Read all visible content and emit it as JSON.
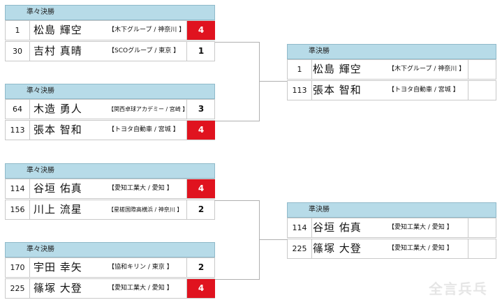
{
  "round_label": "準々決勝",
  "semi_label": "準決勝",
  "qf": [
    {
      "players": [
        {
          "seed": "1",
          "name": "松島 輝空",
          "team": "【木下グループ / 神奈川 】",
          "score": "4",
          "win": true
        },
        {
          "seed": "30",
          "name": "吉村 真晴",
          "team": "【SCOグループ / 東京 】",
          "score": "1",
          "win": false
        }
      ]
    },
    {
      "players": [
        {
          "seed": "64",
          "name": "木造 勇人",
          "team": "【関西卓球アカデミー / 宮崎 】",
          "score": "3",
          "win": false
        },
        {
          "seed": "113",
          "name": "張本 智和",
          "team": "【トヨタ自動車 / 宮城 】",
          "score": "4",
          "win": true
        }
      ]
    },
    {
      "players": [
        {
          "seed": "114",
          "name": "谷垣 佑真",
          "team": "【愛知工業大 / 愛知 】",
          "score": "4",
          "win": true
        },
        {
          "seed": "156",
          "name": "川上 流星",
          "team": "【星槎国際高横浜 / 神奈川 】",
          "score": "2",
          "win": false
        }
      ]
    },
    {
      "players": [
        {
          "seed": "170",
          "name": "宇田 幸矢",
          "team": "【協和キリン / 東京 】",
          "score": "2",
          "win": false
        },
        {
          "seed": "225",
          "name": "篠塚 大登",
          "team": "【愛知工業大 / 愛知 】",
          "score": "4",
          "win": true
        }
      ]
    }
  ],
  "sf": [
    {
      "players": [
        {
          "seed": "1",
          "name": "松島 輝空",
          "team": "【木下グループ / 神奈川 】"
        },
        {
          "seed": "113",
          "name": "張本 智和",
          "team": "【トヨタ自動車 / 宮城 】"
        }
      ]
    },
    {
      "players": [
        {
          "seed": "114",
          "name": "谷垣 佑真",
          "team": "【愛知工業大 / 愛知 】"
        },
        {
          "seed": "225",
          "name": "篠塚 大登",
          "team": "【愛知工業大 / 愛知 】"
        }
      ]
    }
  ],
  "watermark": "全言兵乓",
  "colors": {
    "header_bg": "#b7dbe8",
    "win_bg": "#e0131f",
    "border": "#c9c9c9"
  }
}
